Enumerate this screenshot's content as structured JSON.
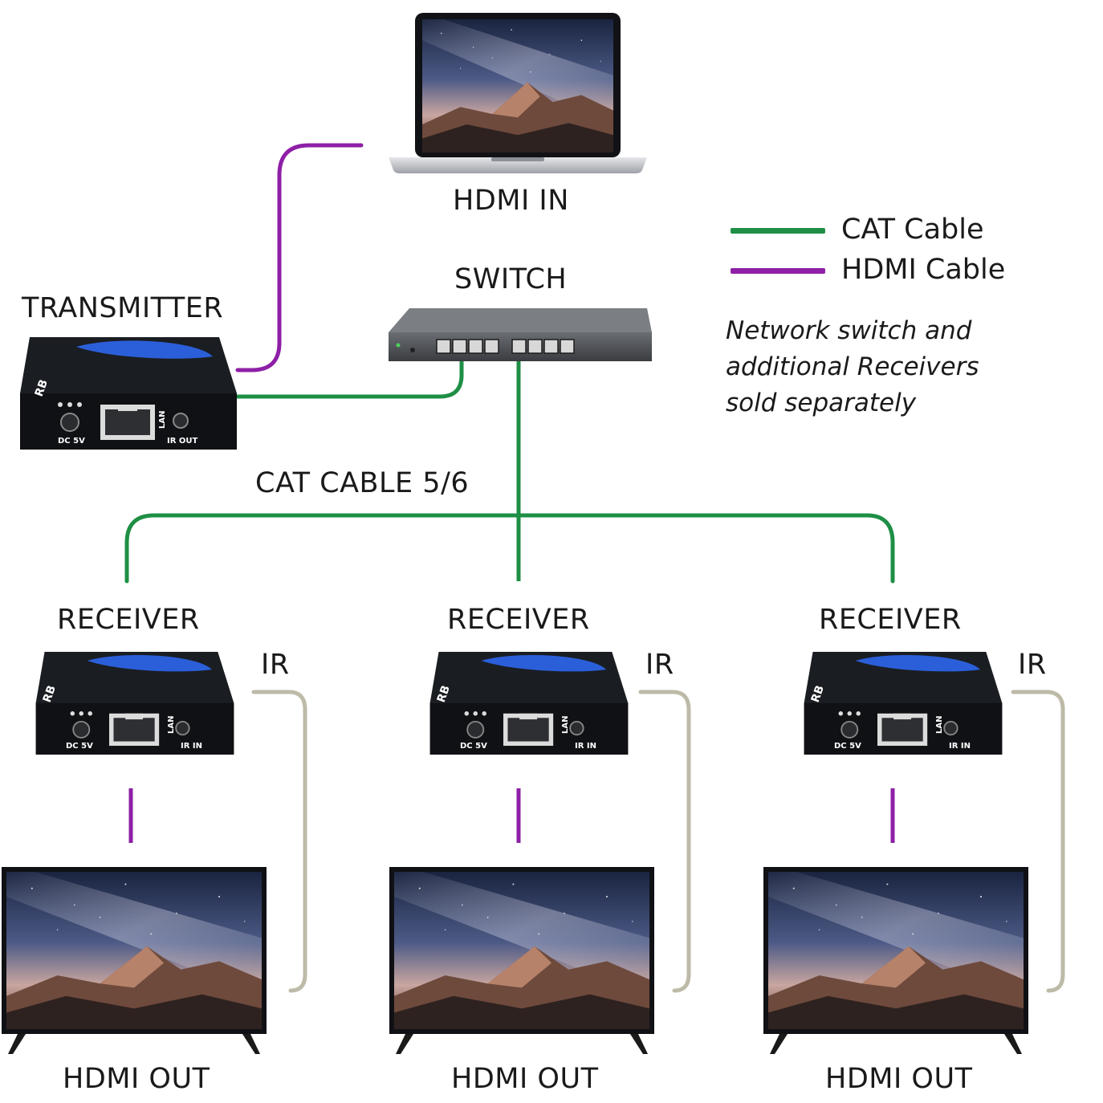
{
  "colors": {
    "cat_cable": "#1e8f45",
    "hdmi_cable": "#8e1fa6",
    "ir_cable": "#bdbaa8",
    "device_body": "#111418",
    "device_brand": "#2b5fd9"
  },
  "labels": {
    "source": "HDMI IN",
    "switch": "SWITCH",
    "transmitter": "TRANSMITTER",
    "cat_run": "CAT CABLE 5/6",
    "receiver_1": "RECEIVER",
    "receiver_2": "RECEIVER",
    "receiver_3": "RECEIVER",
    "ir_1": "IR",
    "ir_2": "IR",
    "ir_3": "IR",
    "out_1": "HDMI OUT",
    "out_2": "HDMI OUT",
    "out_3": "HDMI OUT"
  },
  "legend": {
    "cat": "CAT Cable",
    "hdmi": "HDMI Cable"
  },
  "note": {
    "line1": "Network switch and",
    "line2": "additional Receivers",
    "line3": "sold separately"
  },
  "device_text": {
    "brand": "RB",
    "power_port": "DC 5V",
    "lan_port": "LAN",
    "tx_ir_port": "IR OUT",
    "rx_ir_port": "IR IN"
  },
  "icons": {
    "source": "laptop-icon",
    "switch": "network-switch-icon",
    "displays": "tv-icon"
  }
}
